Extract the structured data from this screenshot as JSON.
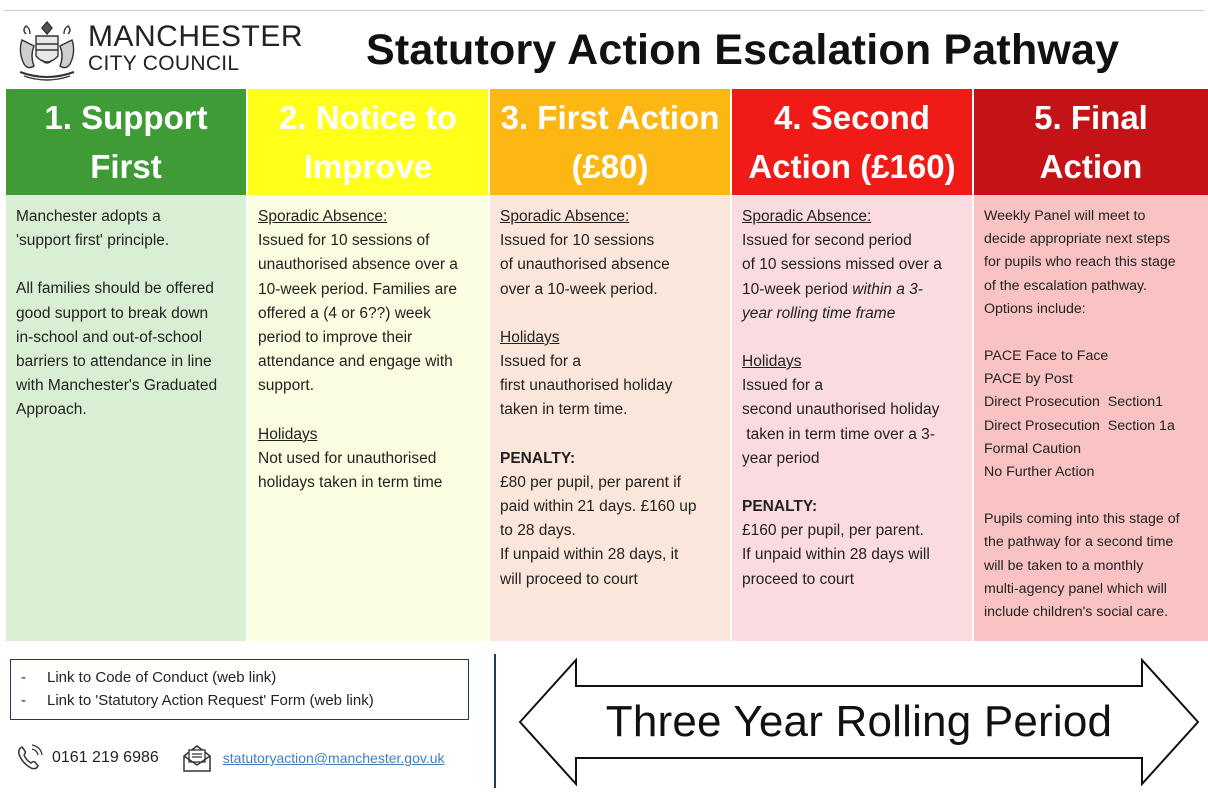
{
  "header": {
    "logo_name": "manchester-crest",
    "council_line1": "MANCHESTER",
    "council_line2": "CITY COUNCIL",
    "title": "Statutory Action Escalation Pathway"
  },
  "colors": {
    "stage1_head": "#3e9b35",
    "stage1_body": "#d9efd3",
    "stage2_head": "#ffff1a",
    "stage2_body": "#fbfde0",
    "stage3_head": "#fcb712",
    "stage3_body": "#fbe6db",
    "stage4_head": "#f01a17",
    "stage4_body": "#f9dbe0",
    "stage5_head": "#c41217",
    "stage5_body": "#f9c3c3"
  },
  "stages": [
    {
      "heading_line1": "1. Support",
      "heading_line2": "First",
      "text": {
        "p1_l1": "Manchester adopts a",
        "p1_l2": "'support first' principle.",
        "p2_l1": "All families should be offered",
        "p2_l2": "good support to break down",
        "p2_l3": "in-school and out-of-school",
        "p2_l4": "barriers to attendance in line",
        "p2_l5": "with Manchester's Graduated",
        "p2_l6": "Approach."
      }
    },
    {
      "heading_line1": "2. Notice to",
      "heading_line2": "Improve",
      "text": {
        "h1": "Sporadic Absence:",
        "l1": "Issued for 10 sessions of",
        "l2": "unauthorised absence over a",
        "l3": "10-week period. Families are",
        "l4": "offered a (4 or 6??) week",
        "l5": "period to improve their",
        "l6": "attendance and engage with",
        "l7": "support.",
        "h2": "Holidays",
        "l8": "Not used for unauthorised",
        "l9": "holidays taken in term time"
      }
    },
    {
      "heading_line1": "3. First Action",
      "heading_line2": "(£80)",
      "text": {
        "h1": "Sporadic Absence:",
        "l1": "Issued for 10 sessions",
        "l2": "of unauthorised absence",
        "l3": "over a 10-week period.",
        "h2": "Holidays",
        "l4": "Issued for a",
        "l5": "first unauthorised holiday",
        "l6": "taken in term time.",
        "h3": "PENALTY:",
        "l7": "£80 per pupil, per parent if",
        "l8": "paid within 21 days. £160 up",
        "l9": "to 28 days.",
        "l10": "If unpaid within 28 days, it",
        "l11": "will proceed to court"
      }
    },
    {
      "heading_line1": "4. Second",
      "heading_line2": "Action (£160)",
      "text": {
        "h1": "Sporadic Absence:",
        "l1": "Issued for second period",
        "l2": "of 10 sessions missed over a",
        "l3a": "10-week period ",
        "l3b": "within a 3-",
        "l4": "year rolling time frame",
        "h2": "Holidays",
        "l5": "Issued for a",
        "l6": "second unauthorised holiday",
        "l7": " taken in term time over a 3-",
        "l8": "year period",
        "h3": "PENALTY:",
        "l9": "£160 per pupil, per parent.",
        "l10": "If unpaid within 28 days will",
        "l11": "proceed to court"
      }
    },
    {
      "heading_line1": "5. Final",
      "heading_line2": "Action",
      "text": {
        "l1": "Weekly Panel will meet to",
        "l2": "decide appropriate next steps",
        "l3": "for pupils who reach this stage",
        "l4": "of the escalation pathway.",
        "l5": "Options include:",
        "o1": "PACE Face to Face",
        "o2": "PACE by Post",
        "o3": "Direct Prosecution  Section1",
        "o4": "Direct Prosecution  Section 1a",
        "o5": "Formal Caution",
        "o6": "No Further Action",
        "l6": "Pupils coming into this stage of",
        "l7": "the pathway for a second time",
        "l8": "will be taken to a monthly",
        "l9": "multi-agency panel which will",
        "l10": "include children's social care."
      }
    }
  ],
  "footer": {
    "links": [
      {
        "dash": "-",
        "label": "Link to Code of Conduct (web link)"
      },
      {
        "dash": "-",
        "label": "Link to 'Statutory Action Request' Form (web link)"
      }
    ],
    "phone_icon": "phone-icon",
    "phone": "0161 219 6986",
    "mail_icon": "mail-icon",
    "email": "statutoryaction@manchester.gov.uk",
    "arrow_text": "Three Year Rolling Period"
  }
}
